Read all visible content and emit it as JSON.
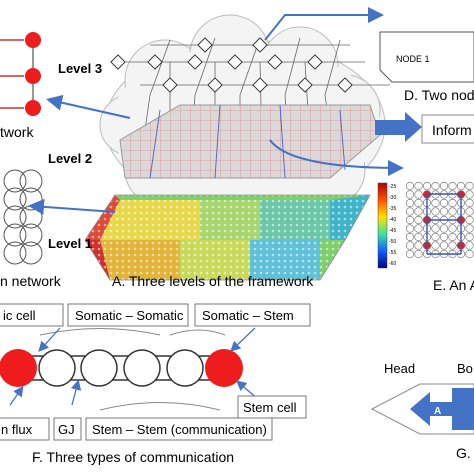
{
  "top_left": {
    "label": "twork"
  },
  "bottom_left": {
    "label": "n network"
  },
  "levels": {
    "level3": "Level 3",
    "level2": "Level 2",
    "level1": "Level 1"
  },
  "captions": {
    "a": "A. Three levels of the framework",
    "d": "D. Two nodes",
    "e": "E. An A",
    "f": "F. Three types of communication",
    "g": "G."
  },
  "node_box": {
    "label": "NODE 1"
  },
  "inform_box": {
    "label": "Inform"
  },
  "colorbar": {
    "ticks": [
      "-25",
      "-30",
      "-35",
      "-40",
      "-45",
      "-50",
      "-55",
      "-60"
    ]
  },
  "comm_panel": {
    "top_labels": [
      "ic cell",
      "Somatic – Somatic",
      "Somatic – Stem"
    ],
    "bottom_labels": [
      "n flux",
      "GJ",
      "Stem – Stem (communication)"
    ],
    "stem_cell": "Stem cell"
  },
  "g_panel": {
    "head": "Head",
    "body": "Bo",
    "arrow_letter": "A"
  },
  "colors": {
    "accent_red": "#ee1c1c",
    "blue_arrow": "#4472c4",
    "grid_red": "#e05050",
    "grid_blue": "#3355bb"
  }
}
